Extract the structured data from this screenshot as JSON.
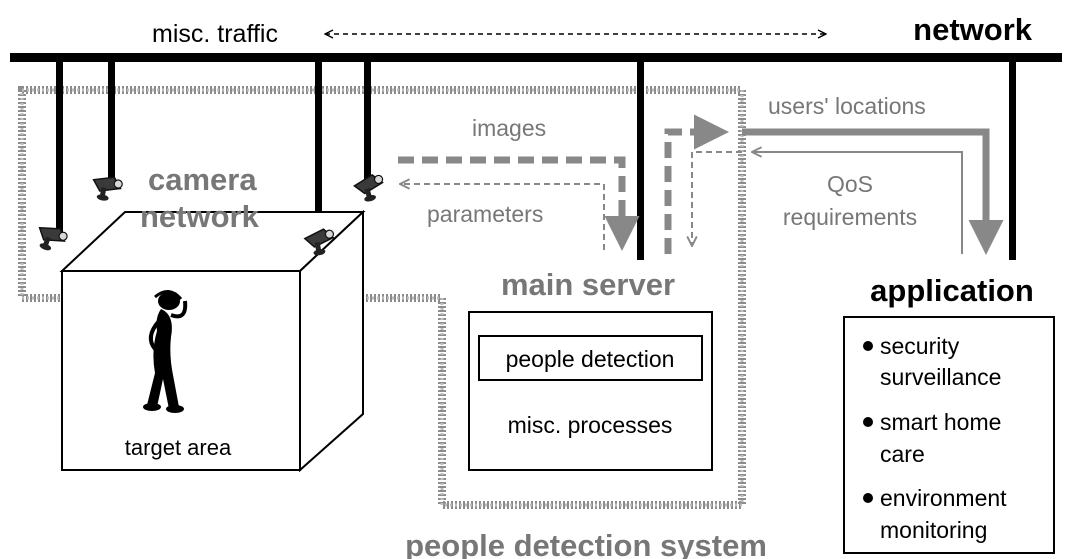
{
  "labels": {
    "network": "network",
    "misc_traffic": "misc. traffic",
    "camera_network_line1": "camera",
    "camera_network_line2": "network",
    "target_area": "target area",
    "images": "images",
    "parameters": "parameters",
    "users_locations": "users' locations",
    "qos_line1": "QoS",
    "qos_line2": "requirements",
    "main_server": "main server",
    "people_detection": "people detection",
    "misc_processes": "misc. processes",
    "application": "application",
    "people_detection_system": "people detection system"
  },
  "applications": [
    [
      "security",
      "surveillance"
    ],
    [
      "smart home",
      "care"
    ],
    [
      "environment",
      "monitoring"
    ]
  ],
  "colors": {
    "ink": "#000000",
    "gray_text": "#777777",
    "gray_arrow": "#888888",
    "dashed_border": "#8c8c8c"
  },
  "icons": {
    "camera": "security-camera-icon",
    "person": "thinking-person-icon",
    "bullet": "bullet-dot-icon"
  }
}
